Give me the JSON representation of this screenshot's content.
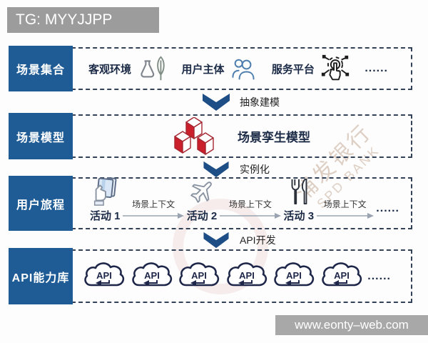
{
  "header": {
    "tag_label": "TG: MYYJJPP"
  },
  "footer": {
    "site_label": "www.eonty–web.com"
  },
  "watermark": {
    "cn": "浦发银行",
    "en": "SPD BANK"
  },
  "layers": {
    "scene_collection": {
      "label": "场景集合",
      "items": [
        {
          "label": "客观环境",
          "icon": "flask-leaf-icon"
        },
        {
          "label": "用户主体",
          "icon": "people-icon"
        },
        {
          "label": "服务平台",
          "icon": "touch-network-icon"
        }
      ],
      "ellipsis": "......"
    },
    "scene_model": {
      "label": "场景模型",
      "model_label": "场景孪生模型",
      "icon": "red-cubes-icon"
    },
    "user_journey": {
      "label": "用户旅程",
      "activities": [
        {
          "label": "活动 1",
          "icon": "credit-card-icon"
        },
        {
          "label": "活动 2",
          "icon": "airplane-icon"
        },
        {
          "label": "活动 3",
          "icon": "dining-icon"
        }
      ],
      "context_label": "场景上下文",
      "ellipsis": "......"
    },
    "api_library": {
      "label": "API能力库",
      "api_label": "API",
      "api_count": 6,
      "ellipsis": "......"
    }
  },
  "transitions": [
    {
      "label": "抽象建模"
    },
    {
      "label": "实例化"
    },
    {
      "label": "API开发"
    }
  ],
  "colors": {
    "layer_label_bg": "#1f5c96",
    "dashed_border": "#344258",
    "arrow_blue": "#1d4e86",
    "cube_red": "#cc1f2c",
    "gray_bar": "#9c9c9c"
  }
}
